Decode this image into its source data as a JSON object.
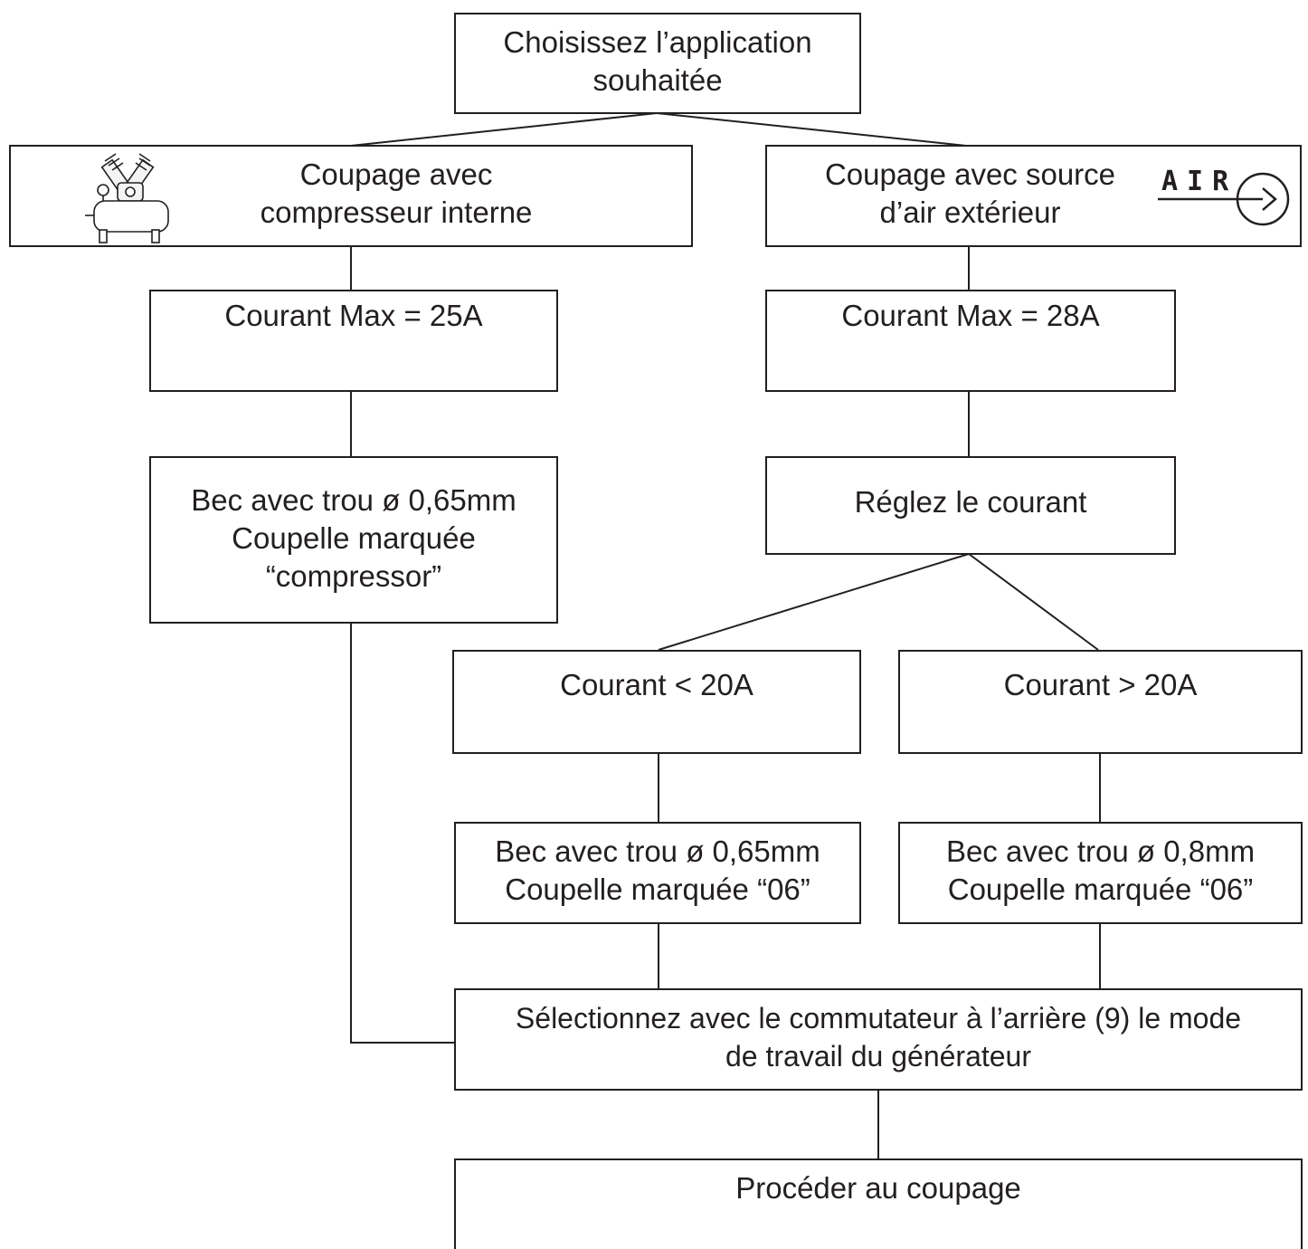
{
  "diagram": {
    "nodes": {
      "start": {
        "lines": [
          "Choisissez l’application",
          "souhaitée"
        ]
      },
      "internal": {
        "lines": [
          "Coupage avec",
          "compresseur interne"
        ],
        "icon": "air-compressor-icon"
      },
      "external": {
        "lines": [
          "Coupage avec source",
          "d’air extérieur"
        ],
        "icon": "air-inlet-icon",
        "icon_label": "AIR"
      },
      "max25": {
        "lines": [
          "Courant Max = 25A"
        ]
      },
      "max28": {
        "lines": [
          "Courant Max = 28A"
        ]
      },
      "nozzle_comp": {
        "lines": [
          "Bec avec trou ø 0,65mm",
          "Coupelle marquée",
          "“compressor”"
        ]
      },
      "adjust": {
        "lines": [
          "Réglez le courant"
        ]
      },
      "lt20": {
        "lines": [
          "Courant < 20A"
        ]
      },
      "gt20": {
        "lines": [
          "Courant > 20A"
        ]
      },
      "nozzle_065": {
        "lines": [
          "Bec avec trou ø 0,65mm",
          "Coupelle marquée “06”"
        ]
      },
      "nozzle_08": {
        "lines": [
          "Bec avec trou ø 0,8mm",
          "Coupelle marquée “06”"
        ]
      },
      "select": {
        "lines": [
          "Sélectionnez avec le commutateur à l’arrière (9) le mode",
          "de travail du générateur"
        ]
      },
      "proceed": {
        "lines": [
          "Procéder au coupage"
        ]
      }
    },
    "edges": [
      [
        "start",
        "internal"
      ],
      [
        "start",
        "external"
      ],
      [
        "internal",
        "max25"
      ],
      [
        "max25",
        "nozzle_comp"
      ],
      [
        "nozzle_comp",
        "select"
      ],
      [
        "external",
        "max28"
      ],
      [
        "max28",
        "adjust"
      ],
      [
        "adjust",
        "lt20"
      ],
      [
        "adjust",
        "gt20"
      ],
      [
        "lt20",
        "nozzle_065"
      ],
      [
        "gt20",
        "nozzle_08"
      ],
      [
        "nozzle_065",
        "select"
      ],
      [
        "nozzle_08",
        "select"
      ],
      [
        "select",
        "proceed"
      ]
    ]
  }
}
